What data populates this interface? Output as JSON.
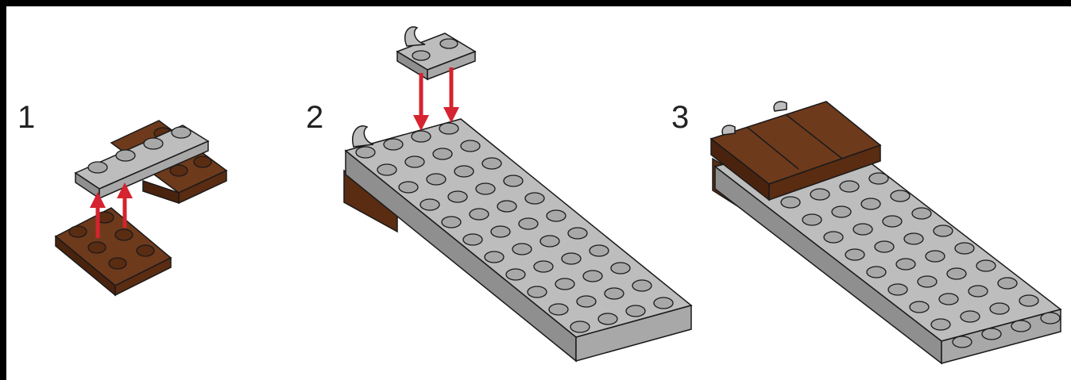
{
  "steps": [
    {
      "number": "1"
    },
    {
      "number": "2"
    },
    {
      "number": "3"
    }
  ],
  "colors": {
    "frame": "#000000",
    "background": "#ffffff",
    "gray_top": "#bdbdbd",
    "gray_side": "#a8a8a8",
    "gray_front": "#8f8f8f",
    "brown_top": "#6e3a1c",
    "brown_side": "#5a2c12",
    "brown_front": "#4a230e",
    "arrow": "#d5232f",
    "outline": "#1a1a1a"
  },
  "icons": {
    "arrow": "red-up-down-arrow",
    "clip": "plate-with-clip"
  }
}
